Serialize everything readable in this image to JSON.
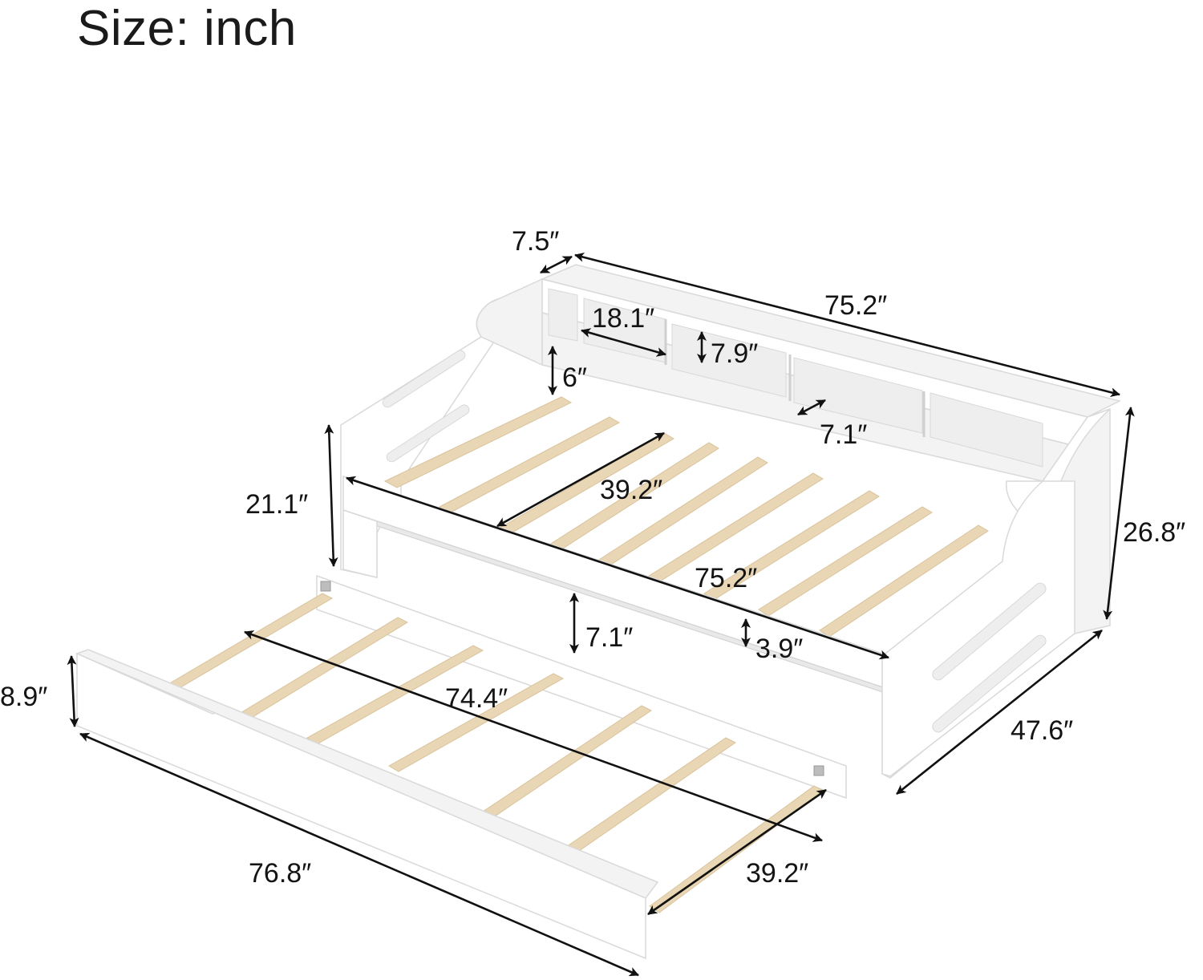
{
  "title": "Size: inch",
  "diagram": {
    "subject": "Daybed with bookcase headboard and trundle",
    "colors": {
      "frame": "#ffffff",
      "frame_edge": "#d9d9d9",
      "slat": "#e9d6b4",
      "dimension_line": "#111111"
    },
    "daybed": {
      "shelf_depth": "7.5″",
      "overall_length": "75.2″",
      "shelf_compartment_width": "18.1″",
      "shelf_compartment_height": "7.9″",
      "shelf_bottom_gap": "6″",
      "shelf_inner_depth": "7.1″",
      "overall_height": "26.8″",
      "front_rail_height": "21.1″",
      "inner_slat_width": "39.2″",
      "inner_length": "75.2″",
      "floor_clearance": "7.1″",
      "rail_to_slat": "3.9″",
      "overall_width": "47.6″"
    },
    "trundle": {
      "height": "8.9″",
      "slat_span_length": "74.4″",
      "overall_length": "76.8″",
      "slat_width": "39.2″"
    }
  }
}
